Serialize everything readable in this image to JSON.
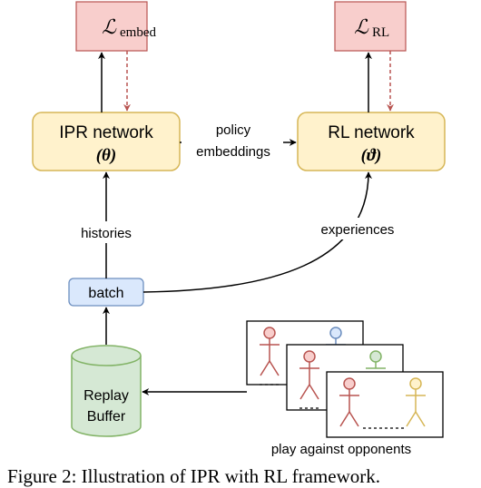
{
  "loss_embed": {
    "symbol": "ℒ",
    "subscript": "embed"
  },
  "loss_rl": {
    "symbol": "ℒ",
    "subscript": "RL"
  },
  "ipr_network": {
    "title": "IPR network",
    "param": "(θ)"
  },
  "rl_network": {
    "title": "RL network",
    "param": "(ϑ)"
  },
  "edge_policy": {
    "line1": "policy",
    "line2": "embeddings"
  },
  "edge_histories": "histories",
  "edge_experiences": "experiences",
  "batch_label": "batch",
  "replay_buffer": {
    "line1": "Replay",
    "line2": "Buffer"
  },
  "opponents_label": "play against opponents",
  "caption": "Figure 2: Illustration of IPR with RL framework.",
  "colors": {
    "loss_fill": "#f8cecc",
    "loss_stroke": "#b85450",
    "network_fill": "#fff2cc",
    "network_stroke": "#d6b656",
    "batch_fill": "#dae8fc",
    "batch_stroke": "#6c8ebf",
    "buffer_fill": "#d5e8d4",
    "buffer_stroke": "#82b366",
    "dashed_arrow": "#b85450",
    "red_agent": "#b85450",
    "blue_agent": "#6c8ebf",
    "green_agent": "#82b366",
    "yellow_agent": "#d6b656"
  }
}
